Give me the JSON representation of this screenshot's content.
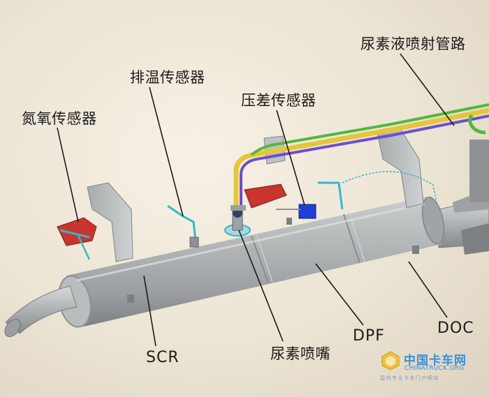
{
  "labels": {
    "nox_sensor": "氮氧传感器",
    "exhaust_temp_sensor": "排温传感器",
    "diff_pressure_sensor": "压差传感器",
    "urea_injection_pipe": "尿素液喷射管路",
    "scr": "SCR",
    "urea_nozzle": "尿素喷嘴",
    "dpf": "DPF",
    "doc": "DOC"
  },
  "watermark": {
    "name_cn": "中国卡车网",
    "name_en": "CHINATRUCK.ORG",
    "tagline": "国内专业卡车门户网站"
  },
  "colors": {
    "pipe_yellow": "#e5c53a",
    "pipe_green": "#53b83a",
    "pipe_purple": "#6a4fd0",
    "sensor_red": "#c8352d",
    "sensor_blue": "#1f3fd6",
    "muffler_gray": "#a9adaf",
    "wire_cyan": "#39b5c8"
  }
}
